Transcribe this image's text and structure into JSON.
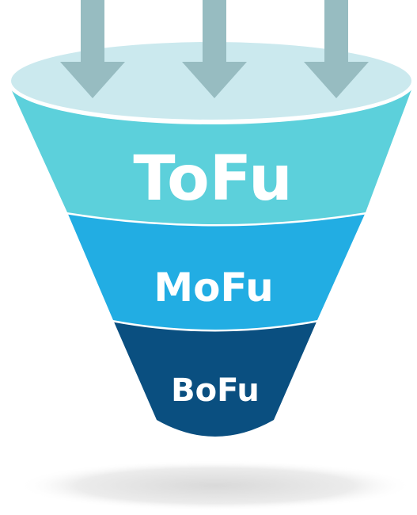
{
  "funnel": {
    "stages": [
      {
        "label": "ToFu",
        "color": "#5cd0db"
      },
      {
        "label": "MoFu",
        "color": "#22ade3"
      },
      {
        "label": "BoFu",
        "color": "#0a4f80"
      }
    ],
    "rim_color": "#cbe9ee",
    "arrow_color": "#97bcc1",
    "shadow_color": "#e6e6e6"
  }
}
